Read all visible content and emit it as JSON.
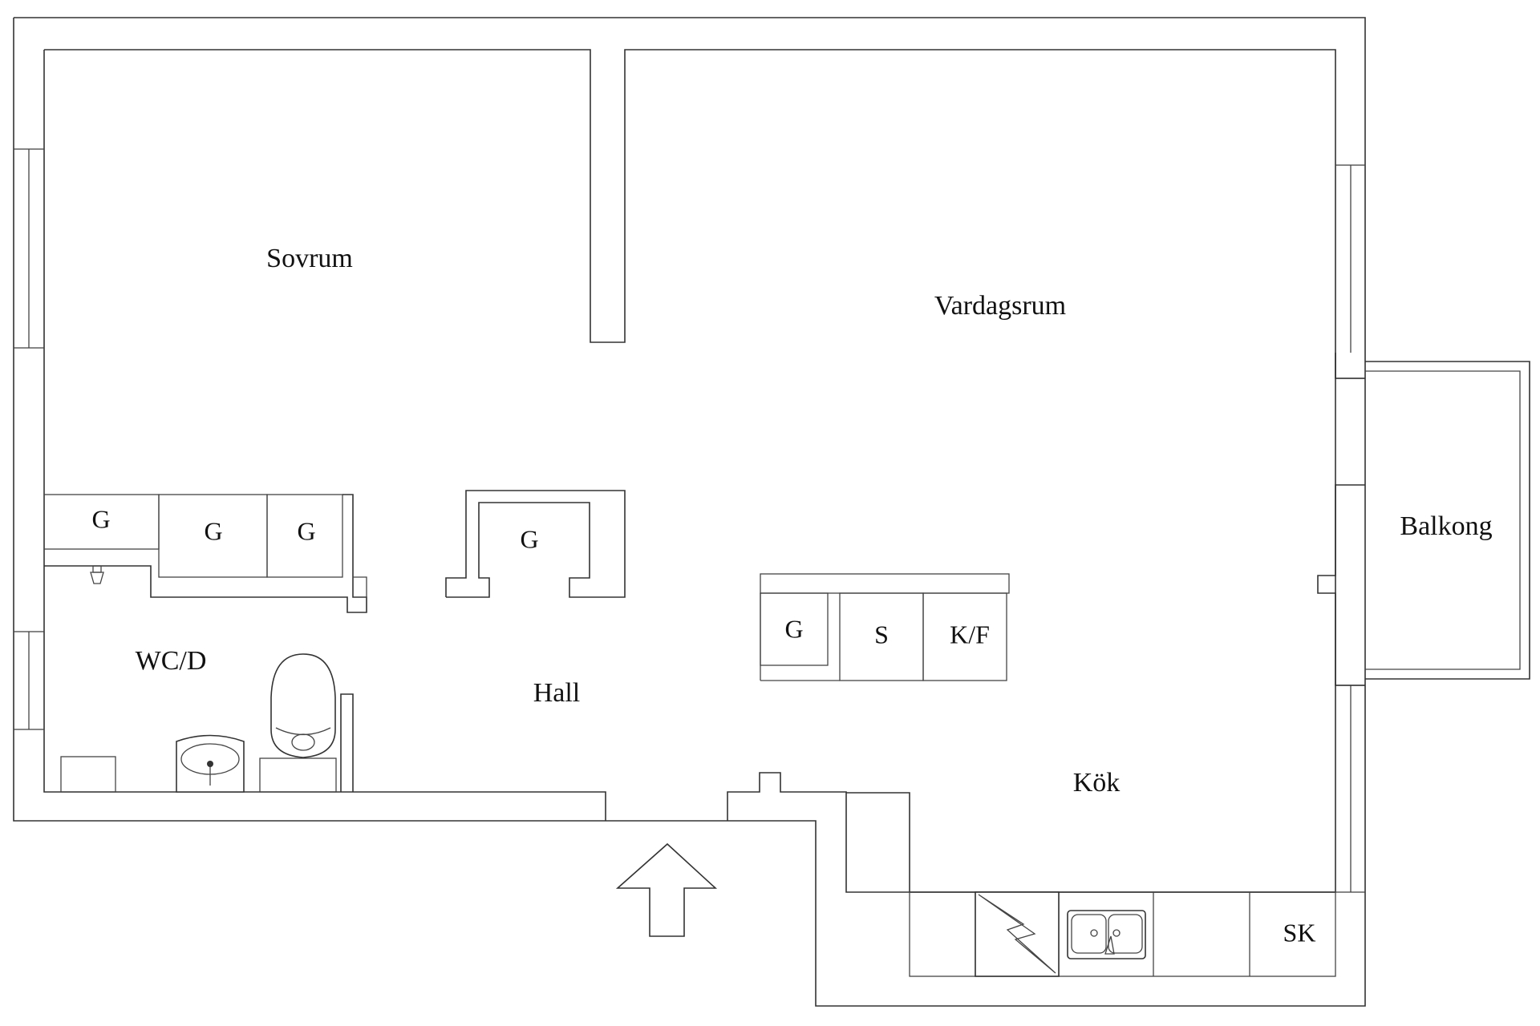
{
  "floor_plan": {
    "rooms": {
      "sovrum": "Sovrum",
      "vardagsrum": "Vardagsrum",
      "balkong": "Balkong",
      "wcd": "WC/D",
      "hall": "Hall",
      "kok": "Kök"
    },
    "storage": {
      "g1": "G",
      "g2": "G",
      "g3": "G",
      "g4": "G",
      "g5": "G",
      "s": "S",
      "kf": "K/F",
      "sk": "SK"
    },
    "colors": {
      "line": "#333333",
      "background": "#ffffff",
      "text": "#111111"
    },
    "icons": [
      "entrance-arrow-icon",
      "toilet-icon",
      "washbasin-icon",
      "sink-icon",
      "stove-icon",
      "tap-icon"
    ]
  }
}
